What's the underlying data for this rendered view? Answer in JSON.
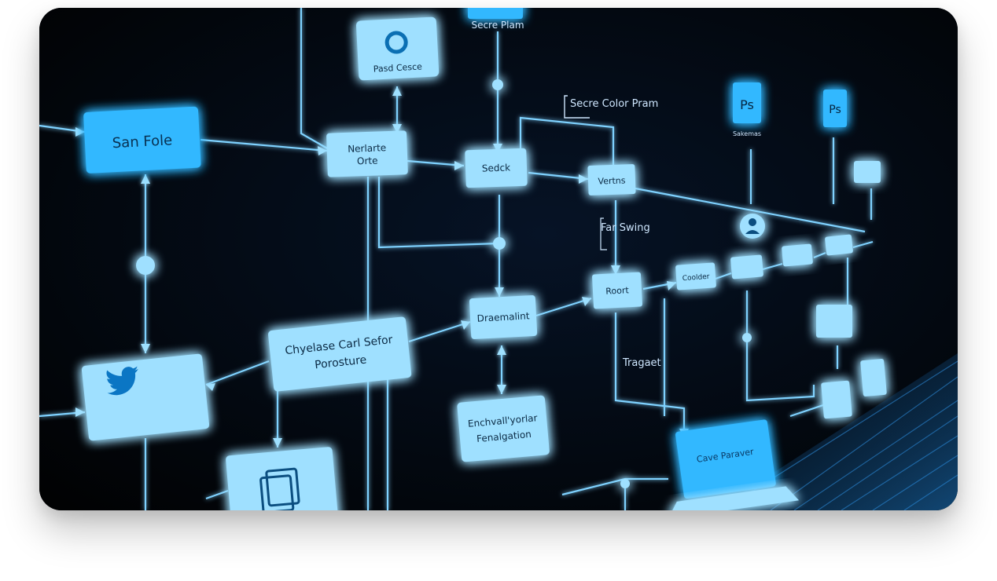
{
  "image": {
    "nodes": {
      "top_label": "Secre Plam",
      "badge": "Pasd Cesce",
      "san_fole": "San Fole",
      "merge_top_line1": "Nerlarte",
      "merge_top_line2": "Orte",
      "sedck": "Sedck",
      "vertex": "Vertns",
      "secure_color_plan": "Secre Color Pram",
      "far_swing": "Far Swing",
      "roort": "Roort",
      "cooler": "Coolder",
      "draemation": "Draemalint",
      "chyelase_line1": "Chyelase Carl Sefor",
      "chyelase_line2": "Porosture",
      "tragaet": "Tragaet",
      "ench_line1": "Enchvall'yorlar",
      "ench_line2": "Fenalgation",
      "laptop_label": "Cave Paraver",
      "ps1": "Ps",
      "ps1_caption": "Sakemas",
      "ps2": "Ps"
    },
    "colors": {
      "background": "#020409",
      "glow": "#38b4ff",
      "box_fill": "#9fe0ff",
      "box_fill_bright": "#32b8ff",
      "line": "#7fd2ff"
    }
  }
}
